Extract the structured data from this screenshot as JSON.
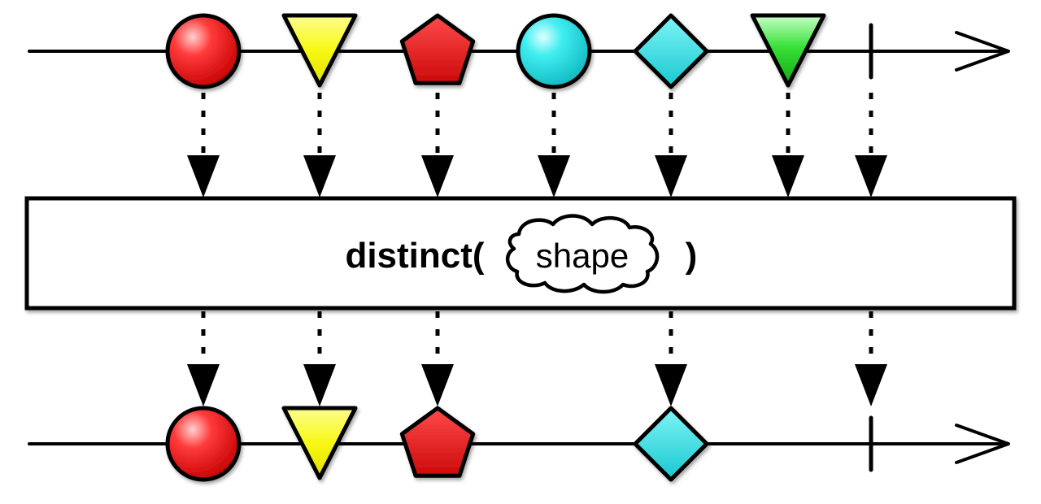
{
  "operator": {
    "prefix": "distinct(",
    "parameter": "shape",
    "suffix": ")"
  },
  "colors": {
    "red": "#e01a1a",
    "yellow": "#f2f20a",
    "cyan": "#1fd8dd",
    "green": "#1ec81e",
    "stroke": "#000000",
    "box_fill": "#ffffff"
  },
  "input_stream": [
    {
      "shape": "circle",
      "color": "red"
    },
    {
      "shape": "triangle",
      "color": "yellow"
    },
    {
      "shape": "pentagon",
      "color": "red"
    },
    {
      "shape": "circle",
      "color": "cyan"
    },
    {
      "shape": "diamond",
      "color": "cyan"
    },
    {
      "shape": "triangle",
      "color": "green"
    },
    {
      "shape": "completion"
    }
  ],
  "output_stream": [
    {
      "shape": "circle",
      "color": "red"
    },
    {
      "shape": "triangle",
      "color": "yellow"
    },
    {
      "shape": "pentagon",
      "color": "red"
    },
    {
      "shape": "diamond",
      "color": "cyan"
    },
    {
      "shape": "completion"
    }
  ]
}
